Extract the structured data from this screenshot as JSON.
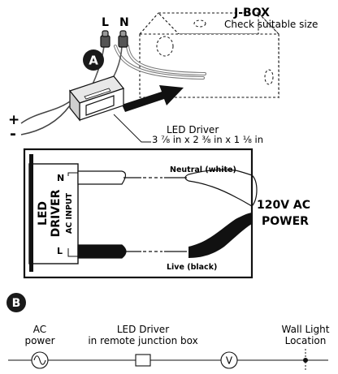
{
  "section_a": {
    "marker": "A",
    "wire_labels": {
      "line": "L",
      "neutral": "N"
    },
    "jbox": {
      "title": "J-BOX",
      "note": "Check suitable size"
    },
    "polarity": {
      "plus": "+",
      "minus": "-"
    },
    "driver_callout": {
      "title": "LED Driver",
      "size": "3 ⅞ in x 2 ⅜ in x 1 ⅛ in"
    }
  },
  "wiring": {
    "box_title_line1": "LED",
    "box_title_line2": "DRIVER",
    "input_label": "AC INPUT",
    "terminal_n": "N",
    "terminal_l": "L",
    "neutral_wire": "Neutral (white)",
    "live_wire": "Live (black)",
    "power_line1": "120V AC",
    "power_line2": "POWER"
  },
  "section_b": {
    "marker": "B",
    "labels": [
      {
        "line1": "AC",
        "line2": "power"
      },
      {
        "line1": "LED Driver",
        "line2": "in remote junction box"
      },
      {
        "line1": "Wall Light",
        "line2": "Location"
      }
    ],
    "symbols": {
      "ac_source": "sine-wave-icon",
      "driver": "rectangle-icon",
      "voltmeter_letter": "V",
      "light": "cross-mark-icon"
    }
  },
  "colors": {
    "ink": "#111111",
    "wire_gray": "#6e6e6e",
    "marker_fill": "#1a1a1a"
  }
}
